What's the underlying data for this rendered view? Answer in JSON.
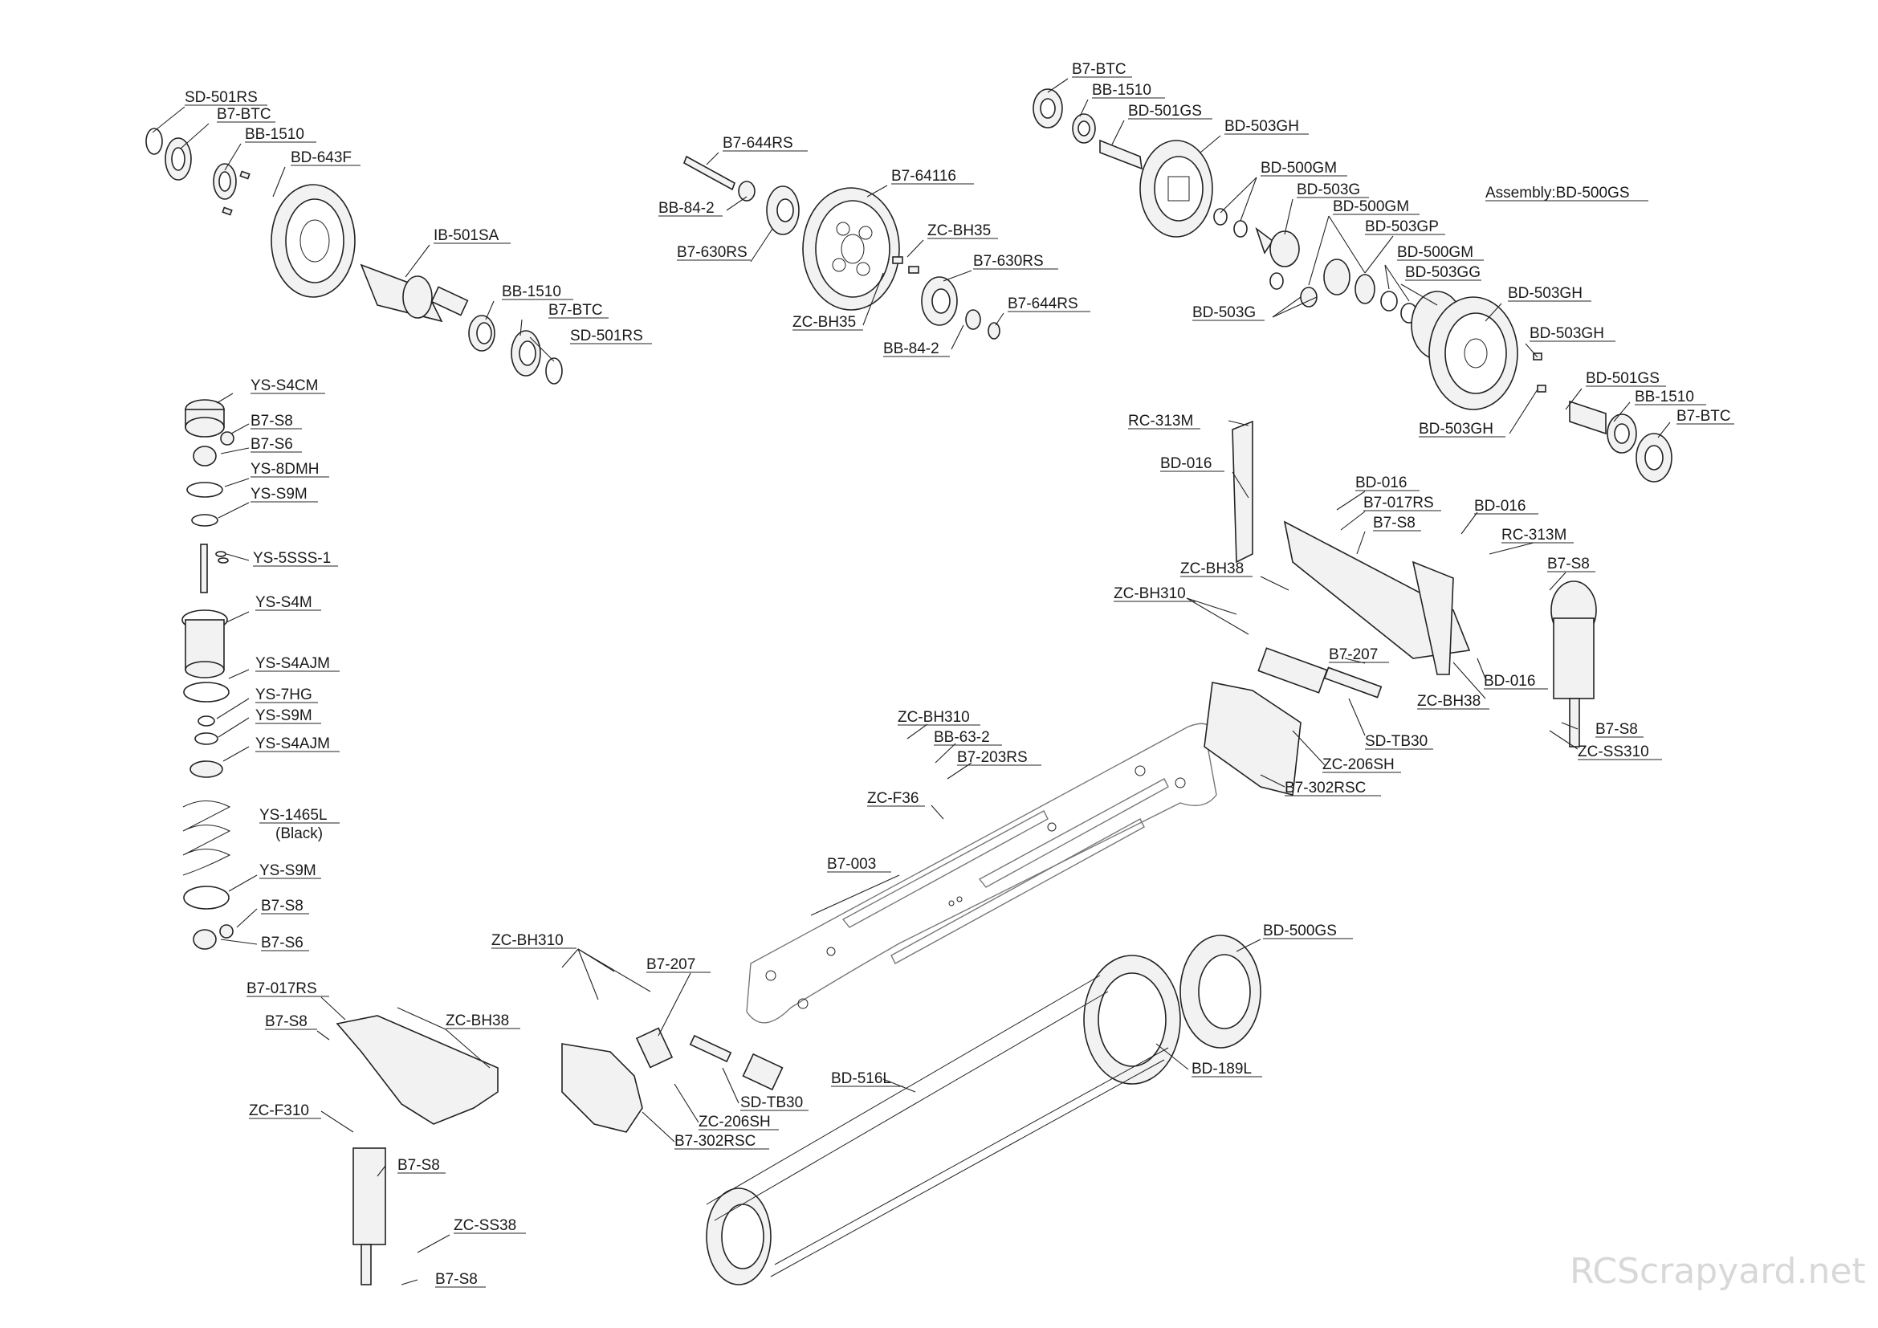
{
  "labels": {
    "sd501rs_a": "SD-501RS",
    "b7btc_a": "B7-BTC",
    "bb1510_a": "BB-1510",
    "bd643f": "BD-643F",
    "ib501sa": "IB-501SA",
    "bb1510_b": "BB-1510",
    "b7btc_b": "B7-BTC",
    "sd501rs_b": "SD-501RS",
    "b7644rs_a": "B7-644RS",
    "b764116": "B7-64116",
    "bb842_a": "BB-84-2",
    "zcbh35_a": "ZC-BH35",
    "b7630rs_a": "B7-630RS",
    "b7630rs_b": "B7-630RS",
    "b7644rs_b": "B7-644RS",
    "zcbh35_b": "ZC-BH35",
    "bb842_b": "BB-84-2",
    "b7btc_c": "B7-BTC",
    "bb1510_c": "BB-1510",
    "bd501gs_a": "BD-501GS",
    "bd503gh_a": "BD-503GH",
    "bd500gm_a": "BD-500GM",
    "bd503g_a": "BD-503G",
    "bd500gm_b": "BD-500GM",
    "bd503gp": "BD-503GP",
    "assembly": "Assembly:BD-500GS",
    "bd500gm_c": "BD-500GM",
    "bd503gg": "BD-503GG",
    "bd503gh_b": "BD-503GH",
    "bd503g_b": "BD-503G",
    "bd503gh_c": "BD-503GH",
    "bd501gs_b": "BD-501GS",
    "bb1510_d": "BB-1510",
    "bd503gh_d": "BD-503GH",
    "b7btc_d": "B7-BTC",
    "yss4cm": "YS-S4CM",
    "b7s8_a": "B7-S8",
    "b7s6_a": "B7-S6",
    "ys8dmh": "YS-8DMH",
    "yss9m_a": "YS-S9M",
    "ys5sss1": "YS-5SSS-1",
    "yss4m": "YS-S4M",
    "yss4ajm_a": "YS-S4AJM",
    "ys7hg": "YS-7HG",
    "yss9m_b": "YS-S9M",
    "yss4ajm_b": "YS-S4AJM",
    "ys1465l": "YS-1465L",
    "black": "(Black)",
    "yss9m_c": "YS-S9M",
    "b7s8_b": "B7-S8",
    "b7s6_b": "B7-S6",
    "rc313m_a": "RC-313M",
    "bd016_a": "BD-016",
    "bd016_b": "BD-016",
    "b7017rs_a": "B7-017RS",
    "bd016_c": "BD-016",
    "b7s8_c": "B7-S8",
    "rc313m_b": "RC-313M",
    "b7s8_d": "B7-S8",
    "zcbh38_a": "ZC-BH38",
    "zcbh310_a": "ZC-BH310",
    "b7207_a": "B7-207",
    "bd016_d": "BD-016",
    "zcbh38_b": "ZC-BH38",
    "sdtb30_a": "SD-TB30",
    "b7s8_e": "B7-S8",
    "zcss310": "ZC-SS310",
    "zcbh310_b": "ZC-BH310",
    "bb632": "BB-63-2",
    "b7203rsc": "B7-203RS",
    "zc206sh_a": "ZC-206SH",
    "b7302rsc_a": "B7-302RSC",
    "zcf36": "ZC-F36",
    "b7003": "B7-003",
    "bd500gs": "BD-500GS",
    "zcbh310_c": "ZC-BH310",
    "b7207_b": "B7-207",
    "b7017rs_b": "B7-017RS",
    "b7s8_f": "B7-S8",
    "zcbh38_c": "ZC-BH38",
    "bd516l": "BD-516L",
    "bd189l": "BD-189L",
    "sdtb30_b": "SD-TB30",
    "zc206sh_b": "ZC-206SH",
    "b7302rsc_b": "B7-302RSC",
    "zcf310": "ZC-F310",
    "b7s8_g": "B7-S8",
    "zcss38": "ZC-SS38",
    "b7s8_h": "B7-S8"
  },
  "watermark": "RCScrapyard.net",
  "colors": {
    "line": "#222222",
    "part_fill": "#f2f2f2",
    "chassis": "#777777",
    "watermark": "#d8d8d8"
  }
}
